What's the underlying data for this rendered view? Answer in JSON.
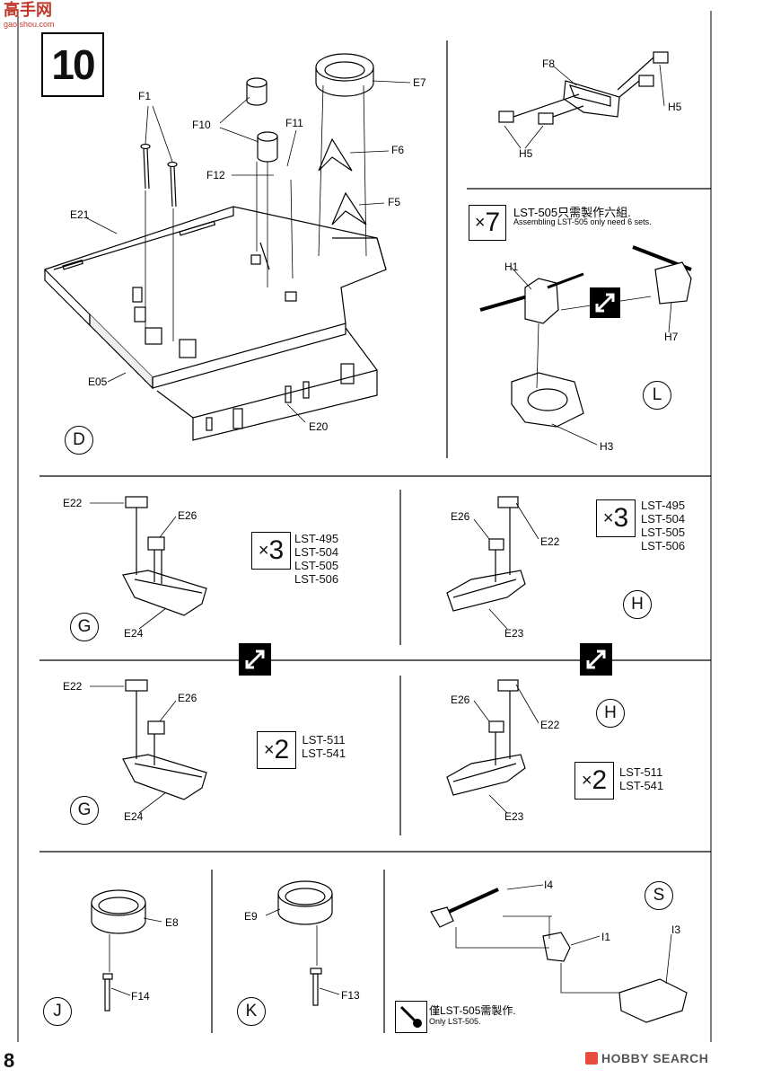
{
  "header": {
    "site_logo": "高手网",
    "site_url": "gao.shou.com"
  },
  "step_number": "10",
  "page_number": "8",
  "watermark": "HOBBY SEARCH",
  "panels": {
    "D": {
      "letter": "D",
      "labels": {
        "F1": "F1",
        "F10": "F10",
        "F11": "F11",
        "F12": "F12",
        "E7": "E7",
        "F6": "F6",
        "F5": "F5",
        "E21": "E21",
        "E05": "E05",
        "E20": "E20"
      }
    },
    "top_right": {
      "labels": {
        "F8": "F8",
        "H5a": "H5",
        "H5b": "H5"
      }
    },
    "L": {
      "letter": "L",
      "multiplier": "7",
      "note_cn": "LST-505只需製作六組.",
      "note_en": "Assembling LST-505 only need 6 sets.",
      "labels": {
        "H1": "H1",
        "H7": "H7",
        "H3": "H3"
      }
    },
    "G1": {
      "letter": "G",
      "multiplier": "3",
      "variants": [
        "LST-495",
        "LST-504",
        "LST-505",
        "LST-506"
      ],
      "labels": {
        "E22": "E22",
        "E26": "E26",
        "E24": "E24"
      }
    },
    "H1": {
      "letter": "H",
      "multiplier": "3",
      "variants": [
        "LST-495",
        "LST-504",
        "LST-505",
        "LST-506"
      ],
      "labels": {
        "E26": "E26",
        "E22": "E22",
        "E23": "E23"
      }
    },
    "G2": {
      "letter": "G",
      "multiplier": "2",
      "variants": [
        "LST-511",
        "LST-541"
      ],
      "labels": {
        "E22": "E22",
        "E26": "E26",
        "E24": "E24"
      }
    },
    "H2": {
      "letter": "H",
      "multiplier": "2",
      "variants": [
        "LST-511",
        "LST-541"
      ],
      "labels": {
        "E26": "E26",
        "E22": "E22",
        "E23": "E23"
      }
    },
    "J": {
      "letter": "J",
      "labels": {
        "E8": "E8",
        "F14": "F14"
      }
    },
    "K": {
      "letter": "K",
      "labels": {
        "E9": "E9",
        "F13": "F13"
      }
    },
    "S": {
      "letter": "S",
      "note_cn": "僅LST-505需製作.",
      "note_en": "Only LST-505.",
      "labels": {
        "I4": "I4",
        "I1": "I1",
        "I3": "I3"
      }
    }
  },
  "multiply_symbol": "×"
}
